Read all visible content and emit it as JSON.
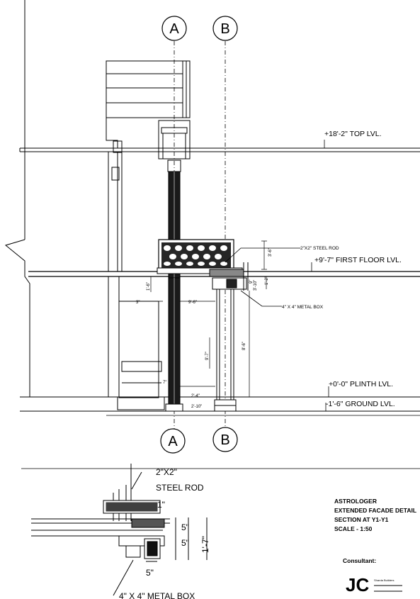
{
  "grid": {
    "a": "A",
    "b": "B"
  },
  "levels": {
    "top": "+18'-2\" TOP LVL.",
    "first": "+9'-7\" FIRST FLOOR LVL.",
    "plinth": "+0'-0\" PLINTH LVL.",
    "ground": "-1'-6\" GROUND LVL."
  },
  "notes": {
    "rod": "2\"X2\" STEEL ROD",
    "box": "4\" X 4\" METAL BOX"
  },
  "dims": {
    "d1": "3'-6\"",
    "d2": "3\"",
    "d3": "9'-6\"",
    "d4": "1'-6\"",
    "d5": "1'-2\"",
    "d6": "9'-7\"",
    "d7": "8'-6\"",
    "d8": "2'-4\"",
    "d9": "2'-10\"",
    "d10": "3'-10\"",
    "d11": "7\"",
    "d12": "9\""
  },
  "detail": {
    "rod_line1": "2\"X2\"",
    "rod_line2": "STEEL ROD",
    "box": "4\" X 4\" METAL BOX",
    "d_a": "5\"",
    "d_b": "5\"",
    "d_c": "1'-7\"",
    "d_d": "5\"",
    "d_e": "1\""
  },
  "title_block": {
    "line1": "ASTROLOGER",
    "line2": "EXTENDED FACADE DETAIL",
    "line3": "SECTION AT Y1-Y1",
    "line4": "SCALE - 1:50",
    "consultant": "Consultant:"
  },
  "logo": {
    "mark": "JC",
    "caption": "Sharda Builders"
  }
}
